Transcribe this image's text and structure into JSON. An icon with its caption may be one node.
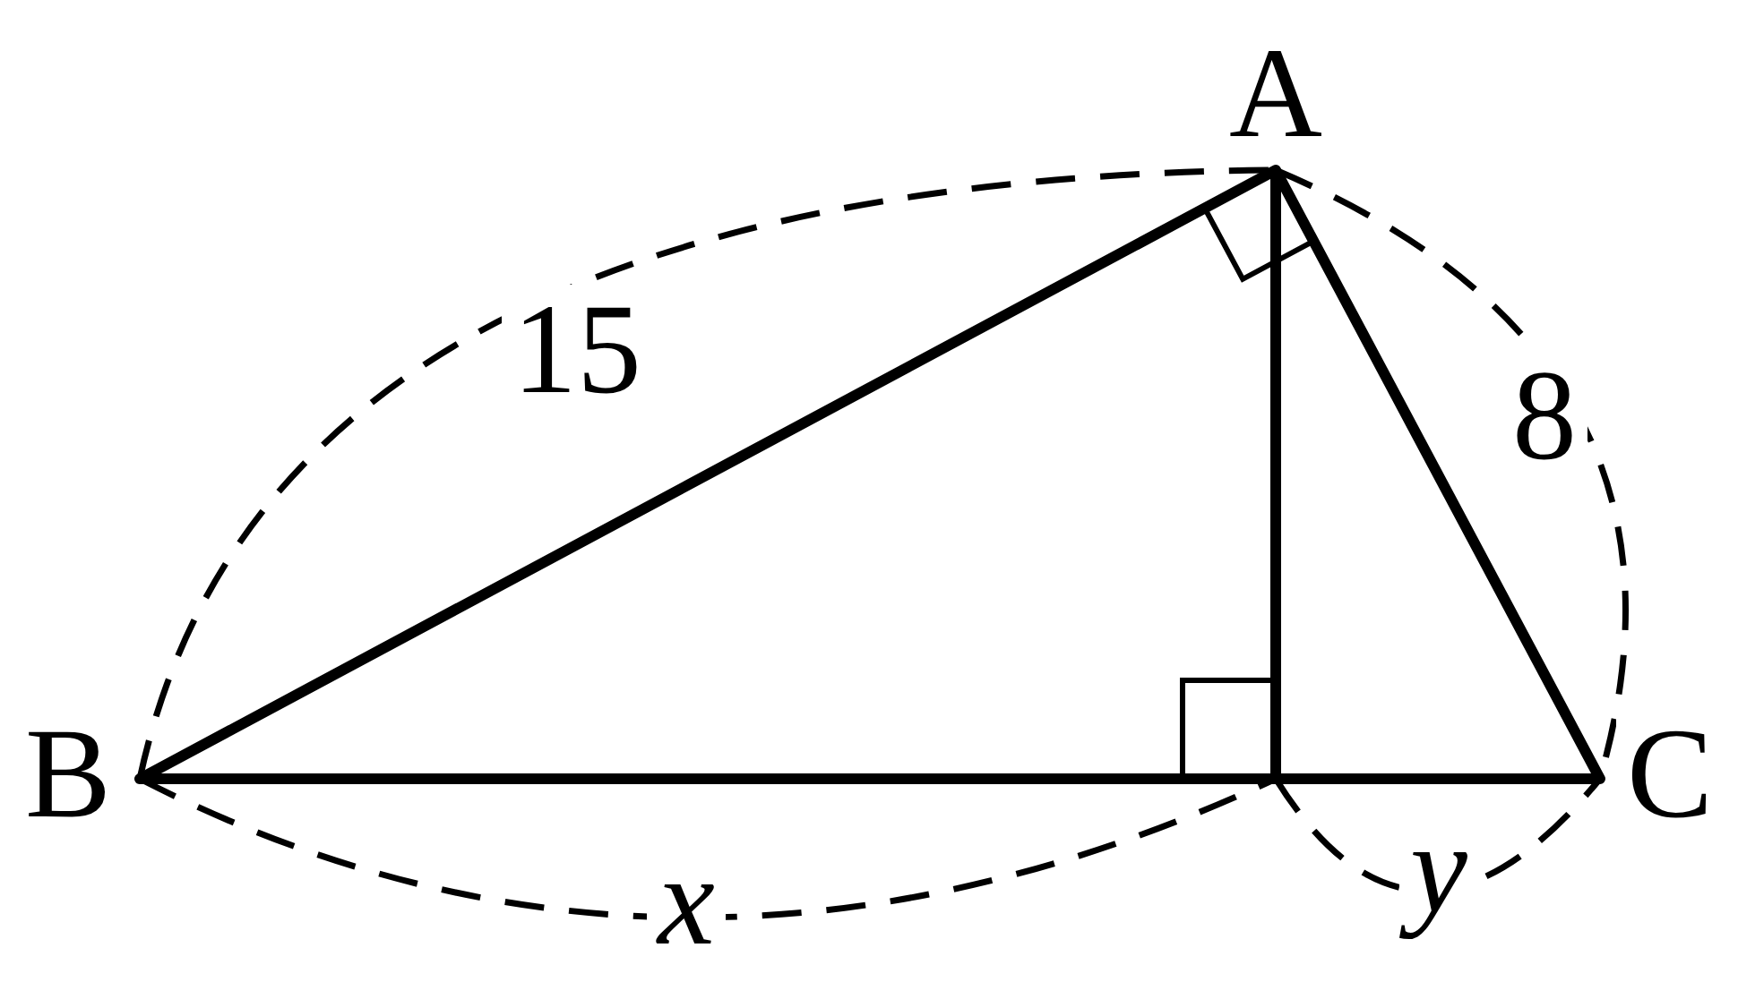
{
  "diagram": {
    "labels": [
      "A",
      "B",
      "C",
      "15",
      "8",
      "x",
      "y"
    ]
  }
}
